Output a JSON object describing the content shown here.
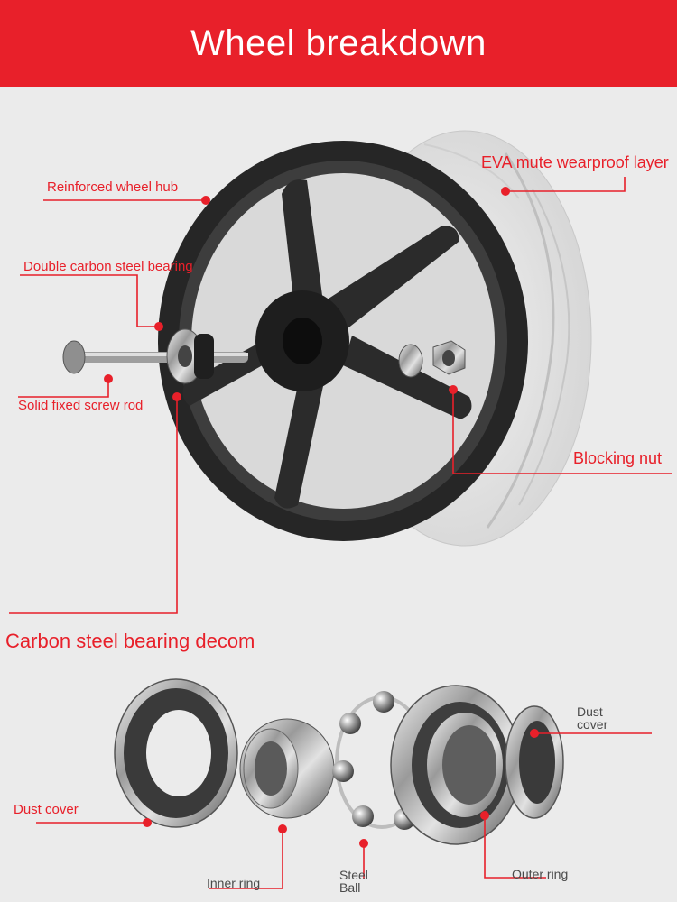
{
  "header": {
    "title": "Wheel breakdown"
  },
  "colors": {
    "accent": "#e8202a",
    "tire": "#e6e6e6",
    "hub": "#262626",
    "background": "#ebebeb"
  },
  "labels": {
    "eva_layer": "EVA mute wearproof layer",
    "wheel_hub": "Reinforced wheel hub",
    "double_bearing": "Double carbon steel bearing",
    "screw_rod": "Solid fixed screw rod",
    "blocking_nut": "Blocking nut"
  },
  "section2": {
    "title": "Carbon steel bearing decom"
  },
  "bearing_labels": {
    "dust_cover_left": "Dust cover",
    "dust_cover_right": "Dust cover",
    "inner_ring": "Inner ring",
    "steel_ball": "Steel Ball",
    "outer_ring": "Outer ring"
  }
}
